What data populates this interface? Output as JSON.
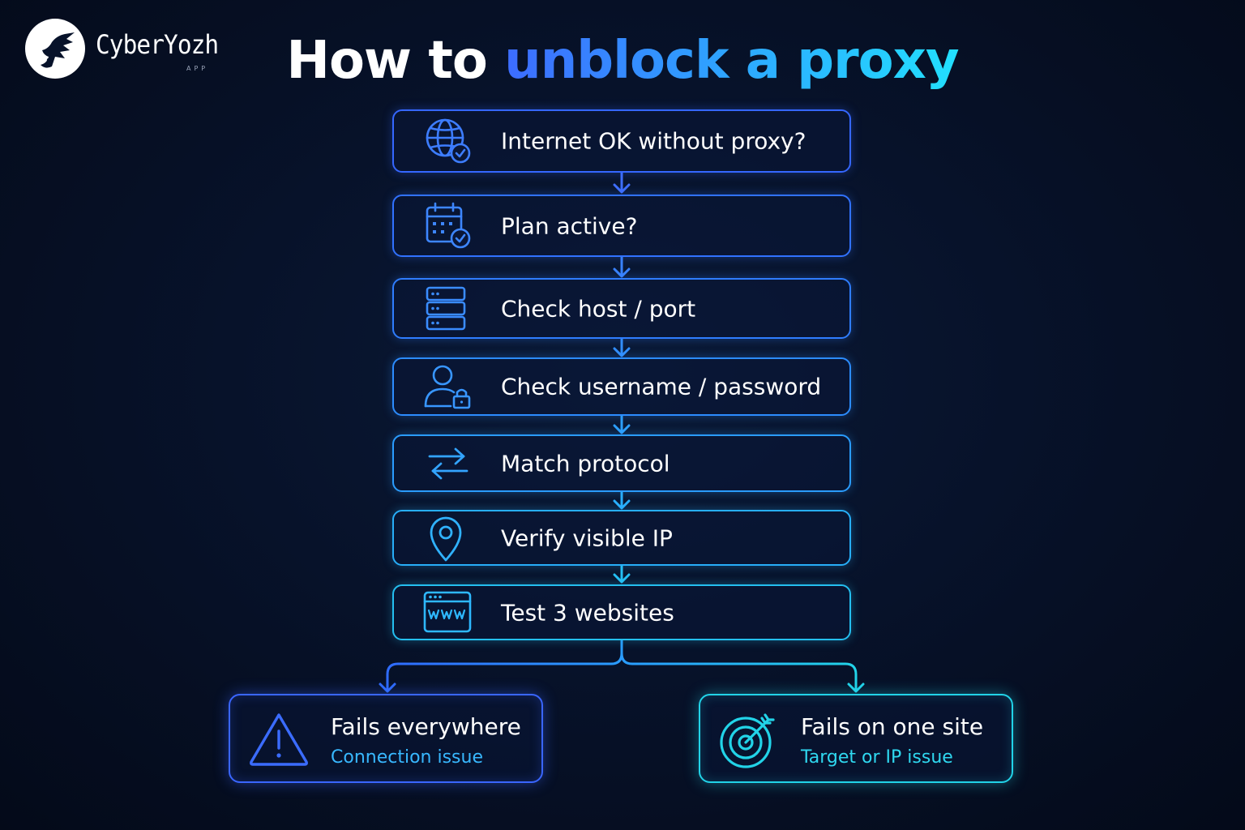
{
  "brand": {
    "name": "CyberYozh",
    "sub": "APP"
  },
  "title": {
    "lead": "How to ",
    "highlight": "unblock a proxy"
  },
  "steps": [
    {
      "label": "Internet OK without proxy?",
      "icon": "globe-check-icon"
    },
    {
      "label": "Plan active?",
      "icon": "calendar-check-icon"
    },
    {
      "label": "Check host / port",
      "icon": "server-icon"
    },
    {
      "label": "Check username / password",
      "icon": "user-lock-icon"
    },
    {
      "label": "Match protocol",
      "icon": "arrows-swap-icon"
    },
    {
      "label": "Verify visible IP",
      "icon": "location-pin-icon"
    },
    {
      "label": "Test 3 websites",
      "icon": "www-browser-icon"
    }
  ],
  "outcomes": {
    "left": {
      "title": "Fails everywhere",
      "subtitle": "Connection issue",
      "icon": "warning-triangle-icon"
    },
    "right": {
      "title": "Fails on one site",
      "subtitle": "Target or IP issue",
      "icon": "target-icon"
    }
  },
  "colors": {
    "background": "#050d1f",
    "accent_blue": "#2f6cff",
    "accent_cyan": "#22d3e8",
    "text": "#ffffff"
  }
}
